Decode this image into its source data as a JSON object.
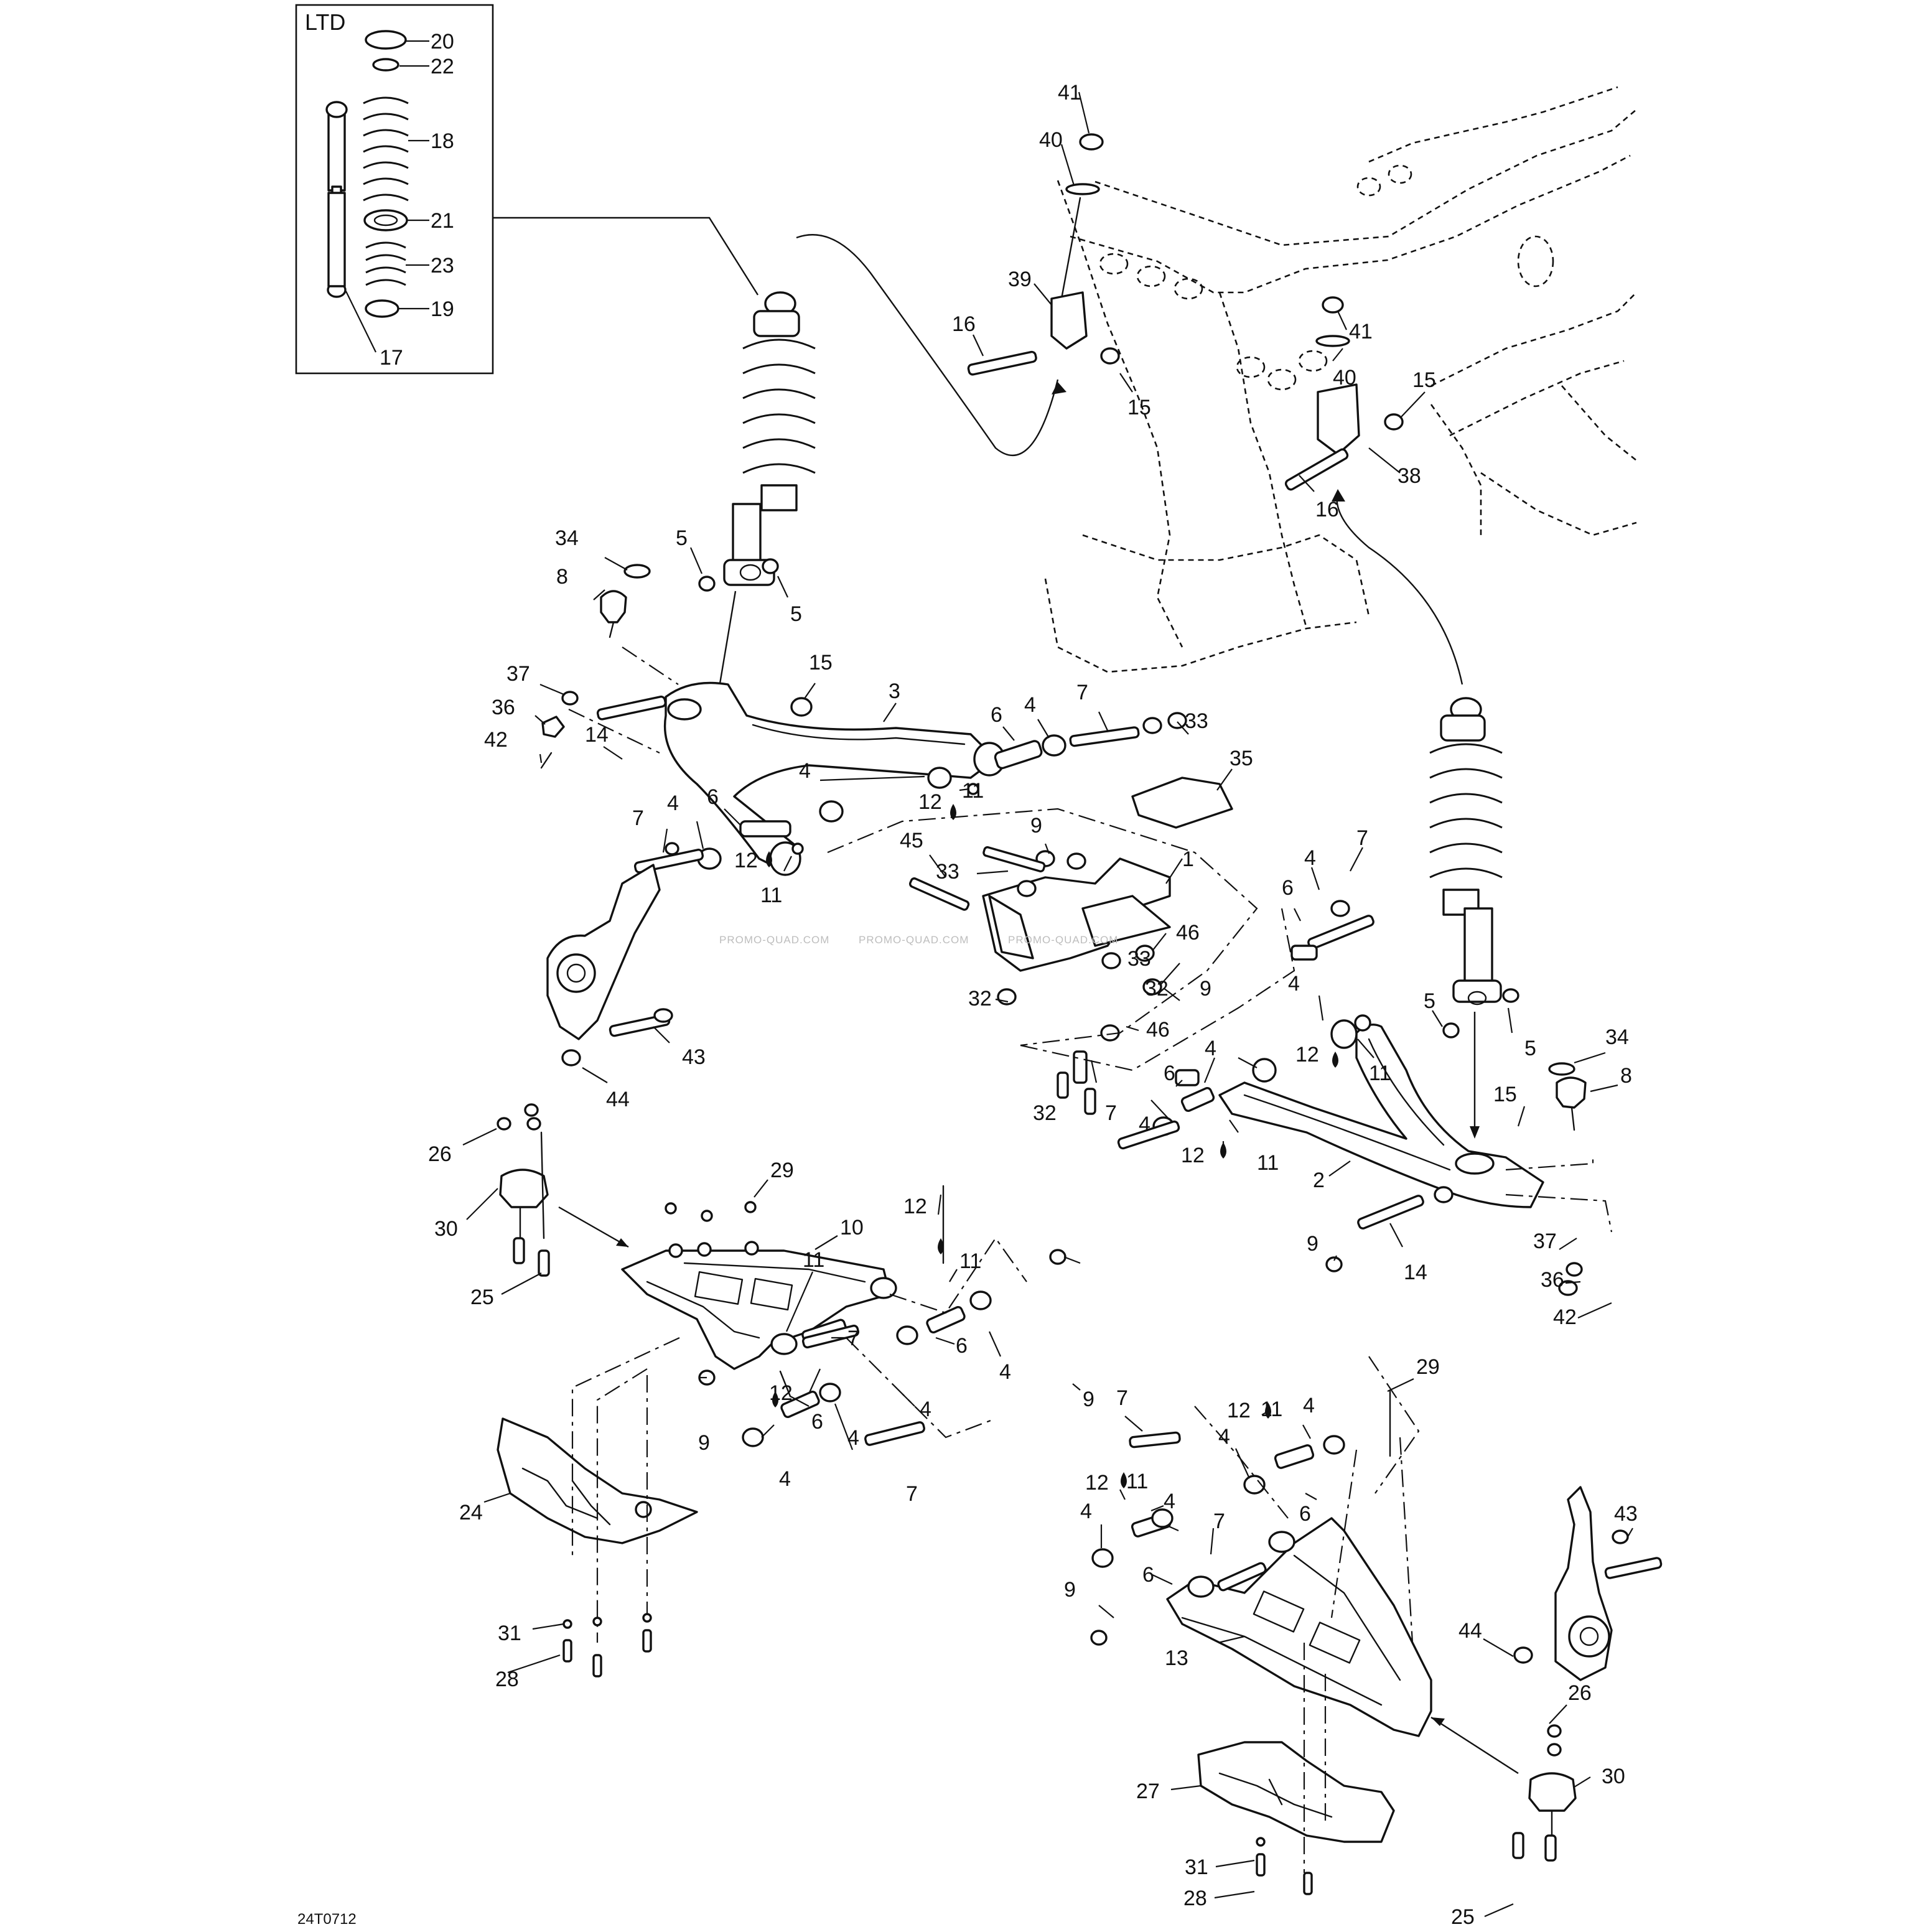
{
  "inset": {
    "label": "LTD"
  },
  "reference_code": "24T0712",
  "watermarks": [
    "PROMO-QUAD.COM",
    "PROMO-QUAD.COM",
    "PROMO-QUAD.COM"
  ],
  "callouts": [
    {
      "id": "c01",
      "text": "20"
    },
    {
      "id": "c02",
      "text": "22"
    },
    {
      "id": "c03",
      "text": "18"
    },
    {
      "id": "c04",
      "text": "21"
    },
    {
      "id": "c05",
      "text": "23"
    },
    {
      "id": "c06",
      "text": "19"
    },
    {
      "id": "c07",
      "text": "17"
    },
    {
      "id": "c08",
      "text": "41"
    },
    {
      "id": "c09",
      "text": "40"
    },
    {
      "id": "c10",
      "text": "39"
    },
    {
      "id": "c11",
      "text": "16"
    },
    {
      "id": "c12",
      "text": "15"
    },
    {
      "id": "c13",
      "text": "41"
    },
    {
      "id": "c14",
      "text": "40"
    },
    {
      "id": "c15",
      "text": "15"
    },
    {
      "id": "c16",
      "text": "38"
    },
    {
      "id": "c17",
      "text": "16"
    },
    {
      "id": "c18",
      "text": "34"
    },
    {
      "id": "c19",
      "text": "8"
    },
    {
      "id": "c20",
      "text": "5"
    },
    {
      "id": "c21",
      "text": "5"
    },
    {
      "id": "c22",
      "text": "37"
    },
    {
      "id": "c23",
      "text": "36"
    },
    {
      "id": "c24",
      "text": "42"
    },
    {
      "id": "c25",
      "text": "14"
    },
    {
      "id": "c26",
      "text": "15"
    },
    {
      "id": "c27",
      "text": "3"
    },
    {
      "id": "c28",
      "text": "6"
    },
    {
      "id": "c29",
      "text": "4"
    },
    {
      "id": "c30",
      "text": "7"
    },
    {
      "id": "c31",
      "text": "33"
    },
    {
      "id": "c32",
      "text": "35"
    },
    {
      "id": "c33",
      "text": "4"
    },
    {
      "id": "c34",
      "text": "12"
    },
    {
      "id": "c35",
      "text": "11"
    },
    {
      "id": "c36",
      "text": "7"
    },
    {
      "id": "c37",
      "text": "4"
    },
    {
      "id": "c38",
      "text": "6"
    },
    {
      "id": "c39",
      "text": "12"
    },
    {
      "id": "c40",
      "text": "11"
    },
    {
      "id": "c41",
      "text": "45"
    },
    {
      "id": "c42",
      "text": "9"
    },
    {
      "id": "c43",
      "text": "33"
    },
    {
      "id": "c44",
      "text": "1"
    },
    {
      "id": "c45",
      "text": "46"
    },
    {
      "id": "c46",
      "text": "33"
    },
    {
      "id": "c47",
      "text": "9"
    },
    {
      "id": "c48",
      "text": "32"
    },
    {
      "id": "c49",
      "text": "46"
    },
    {
      "id": "c50",
      "text": "32"
    },
    {
      "id": "c51",
      "text": "43"
    },
    {
      "id": "c52",
      "text": "44"
    },
    {
      "id": "c53",
      "text": "4"
    },
    {
      "id": "c54",
      "text": "7"
    },
    {
      "id": "c55",
      "text": "6"
    },
    {
      "id": "c56",
      "text": "5"
    },
    {
      "id": "c57",
      "text": "5"
    },
    {
      "id": "c58",
      "text": "34"
    },
    {
      "id": "c59",
      "text": "8"
    },
    {
      "id": "c60",
      "text": "4"
    },
    {
      "id": "c61",
      "text": "12"
    },
    {
      "id": "c62",
      "text": "11"
    },
    {
      "id": "c63",
      "text": "4"
    },
    {
      "id": "c64",
      "text": "6"
    },
    {
      "id": "c65",
      "text": "15"
    },
    {
      "id": "c66",
      "text": "32"
    },
    {
      "id": "c67",
      "text": "7"
    },
    {
      "id": "c68",
      "text": "4"
    },
    {
      "id": "c69",
      "text": "12"
    },
    {
      "id": "c70",
      "text": "11"
    },
    {
      "id": "c71",
      "text": "2"
    },
    {
      "id": "c72",
      "text": "14"
    },
    {
      "id": "c73",
      "text": "37"
    },
    {
      "id": "c74",
      "text": "36"
    },
    {
      "id": "c75",
      "text": "42"
    },
    {
      "id": "c76",
      "text": "26"
    },
    {
      "id": "c77",
      "text": "30"
    },
    {
      "id": "c78",
      "text": "25"
    },
    {
      "id": "c79",
      "text": "29"
    },
    {
      "id": "c80",
      "text": "10"
    },
    {
      "id": "c81",
      "text": "12"
    },
    {
      "id": "c82",
      "text": "11"
    },
    {
      "id": "c83",
      "text": "7"
    },
    {
      "id": "c84",
      "text": "6"
    },
    {
      "id": "c85",
      "text": "4"
    },
    {
      "id": "c86",
      "text": "11"
    },
    {
      "id": "c87",
      "text": "12"
    },
    {
      "id": "c88",
      "text": "9"
    },
    {
      "id": "c89",
      "text": "4"
    },
    {
      "id": "c90",
      "text": "6"
    },
    {
      "id": "c91",
      "text": "4"
    },
    {
      "id": "c92",
      "text": "4"
    },
    {
      "id": "c93",
      "text": "7"
    },
    {
      "id": "c94",
      "text": "9"
    },
    {
      "id": "c95",
      "text": "24"
    },
    {
      "id": "c96",
      "text": "31"
    },
    {
      "id": "c97",
      "text": "28"
    },
    {
      "id": "c98",
      "text": "9"
    },
    {
      "id": "c99",
      "text": "29"
    },
    {
      "id": "c100",
      "text": "7"
    },
    {
      "id": "c101",
      "text": "12"
    },
    {
      "id": "c102",
      "text": "11"
    },
    {
      "id": "c103",
      "text": "4"
    },
    {
      "id": "c104",
      "text": "4"
    },
    {
      "id": "c105",
      "text": "6"
    },
    {
      "id": "c106",
      "text": "12"
    },
    {
      "id": "c107",
      "text": "11"
    },
    {
      "id": "c108",
      "text": "4"
    },
    {
      "id": "c109",
      "text": "4"
    },
    {
      "id": "c110",
      "text": "7"
    },
    {
      "id": "c111",
      "text": "6"
    },
    {
      "id": "c112",
      "text": "9"
    },
    {
      "id": "c113",
      "text": "13"
    },
    {
      "id": "c114",
      "text": "43"
    },
    {
      "id": "c115",
      "text": "44"
    },
    {
      "id": "c116",
      "text": "26"
    },
    {
      "id": "c117",
      "text": "30"
    },
    {
      "id": "c118",
      "text": "27"
    },
    {
      "id": "c119",
      "text": "31"
    },
    {
      "id": "c120",
      "text": "28"
    },
    {
      "id": "c121",
      "text": "25"
    }
  ],
  "colors": {
    "ink": "#111111",
    "paper": "#ffffff",
    "watermark": "#bdbdbd"
  }
}
